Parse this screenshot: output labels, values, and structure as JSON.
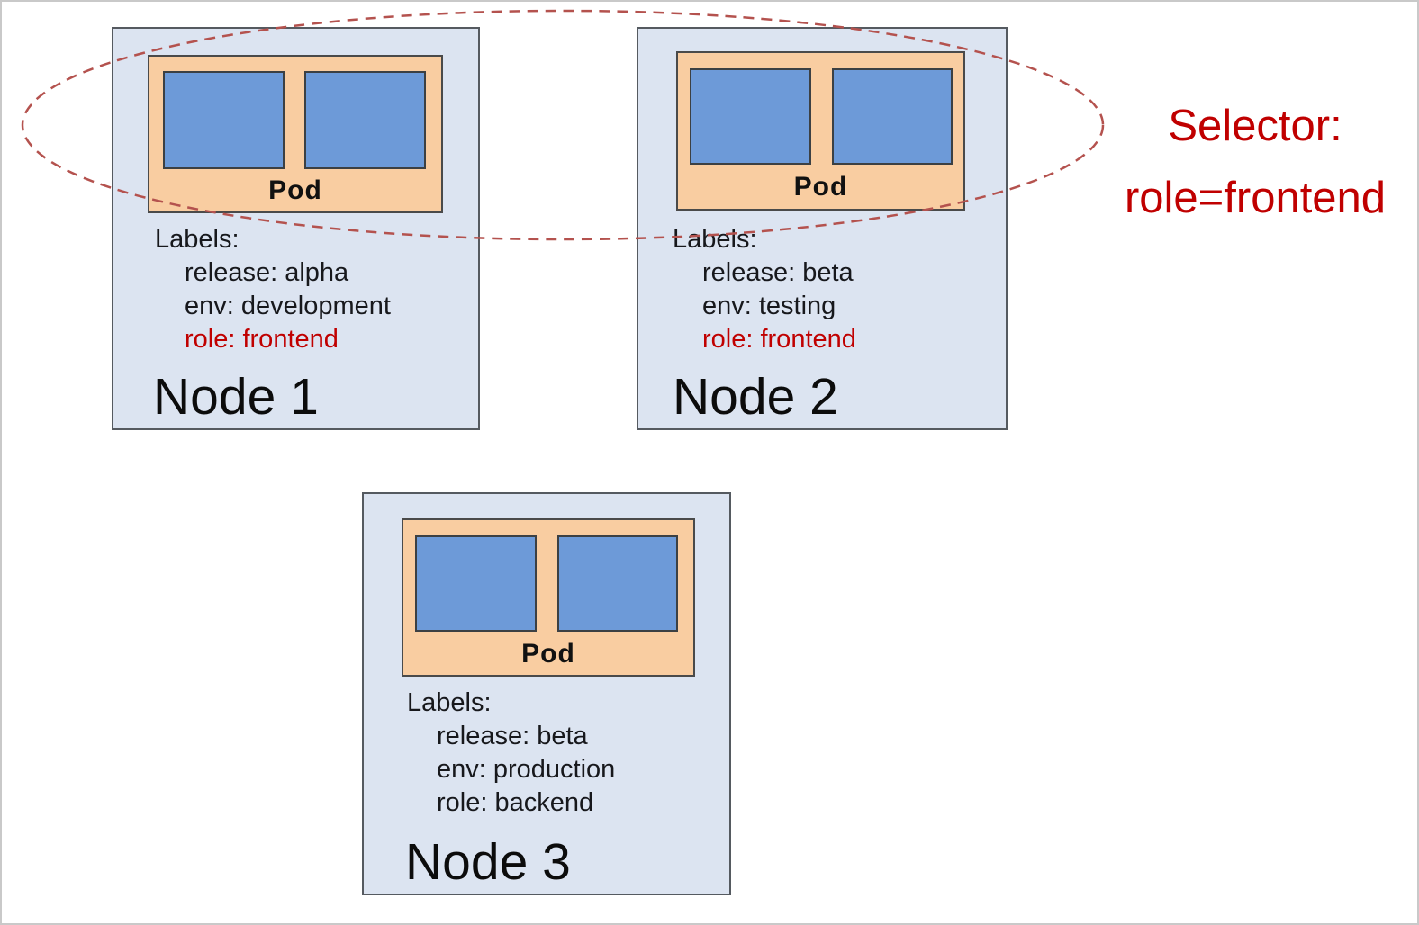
{
  "diagram": {
    "selector": {
      "title": "Selector:",
      "value": "role=frontend"
    },
    "nodes": [
      {
        "title": "Node 1",
        "pod_label": "Pod",
        "labels_title": "Labels:",
        "labels": [
          {
            "text": "release: alpha",
            "highlighted": false
          },
          {
            "text": "env: development",
            "highlighted": false
          },
          {
            "text": "role: frontend",
            "highlighted": true
          }
        ]
      },
      {
        "title": "Node 2",
        "pod_label": "Pod",
        "labels_title": "Labels:",
        "labels": [
          {
            "text": "release: beta",
            "highlighted": false
          },
          {
            "text": "env: testing",
            "highlighted": false
          },
          {
            "text": "role: frontend",
            "highlighted": true
          }
        ]
      },
      {
        "title": "Node 3",
        "pod_label": "Pod",
        "labels_title": "Labels:",
        "labels": [
          {
            "text": "release: beta",
            "highlighted": false
          },
          {
            "text": "env: production",
            "highlighted": false
          },
          {
            "text": "role: backend",
            "highlighted": false
          }
        ]
      }
    ],
    "colors": {
      "node_fill": "#dce4f1",
      "pod_fill": "#f9cda1",
      "container_fill": "#6d9ad8",
      "selector_text_red": "#c00000",
      "ellipse_red": "#b4524e"
    }
  }
}
